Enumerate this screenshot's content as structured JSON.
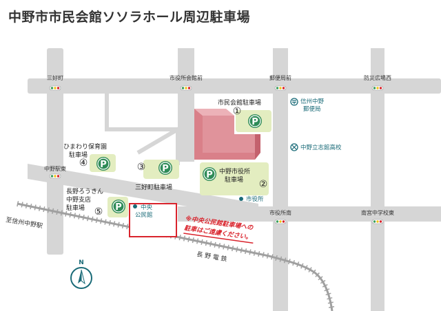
{
  "title": "中野市市民会館ソソラホール周辺駐車場",
  "colors": {
    "road": "#d6d6d6",
    "parking_green": "#2e8b57",
    "parking_area": "#e3edc0",
    "building": "#e0939b",
    "building_dark": "#c4616d",
    "highlight_red": "#d9232c",
    "teal": "#1a6b78",
    "rail": "#999999"
  },
  "intersections": {
    "miyoshi_mae": "三好町",
    "shiyakusho_kaikanmae": "市役所会館前",
    "yubinkyoku_mae": "郵便局前",
    "bosai_hiroba_nishi": "防災広場西",
    "nakano_eki_higashi": "中野駅東",
    "shiyakusho_minami": "市役所南",
    "minami_chugakko_higashi": "南宮中学校東"
  },
  "parking": [
    {
      "number": "①",
      "symbol": "P",
      "label": "市民会館駐車場"
    },
    {
      "number": "②",
      "symbol": "P",
      "label_line1": "中野市役所",
      "label_line2": "駐車場"
    },
    {
      "number": "③",
      "symbol": "P",
      "label": "三好町駐車場"
    },
    {
      "number": "④",
      "symbol": "P",
      "label_line1": "ひまわり保育園",
      "label_line2": "駐車場"
    },
    {
      "number": "⑤",
      "symbol": "P",
      "label_line1": "長野ろうきん",
      "label_line2": "中野支店",
      "label_line3": "駐車場"
    }
  ],
  "landmarks": {
    "post_office_line1": "信州中野",
    "post_office_line2": "郵便局",
    "high_school": "中野立志館高校",
    "city_hall": "市役所",
    "central_hall_line1": "中央",
    "central_hall_line2": "公民館"
  },
  "notice_line1": "※中央公民館駐車場への",
  "notice_line2": "駐車はご遠慮ください。",
  "railway": "長 野 電 鉄",
  "to_station": "至信州中野駅",
  "north": "N"
}
